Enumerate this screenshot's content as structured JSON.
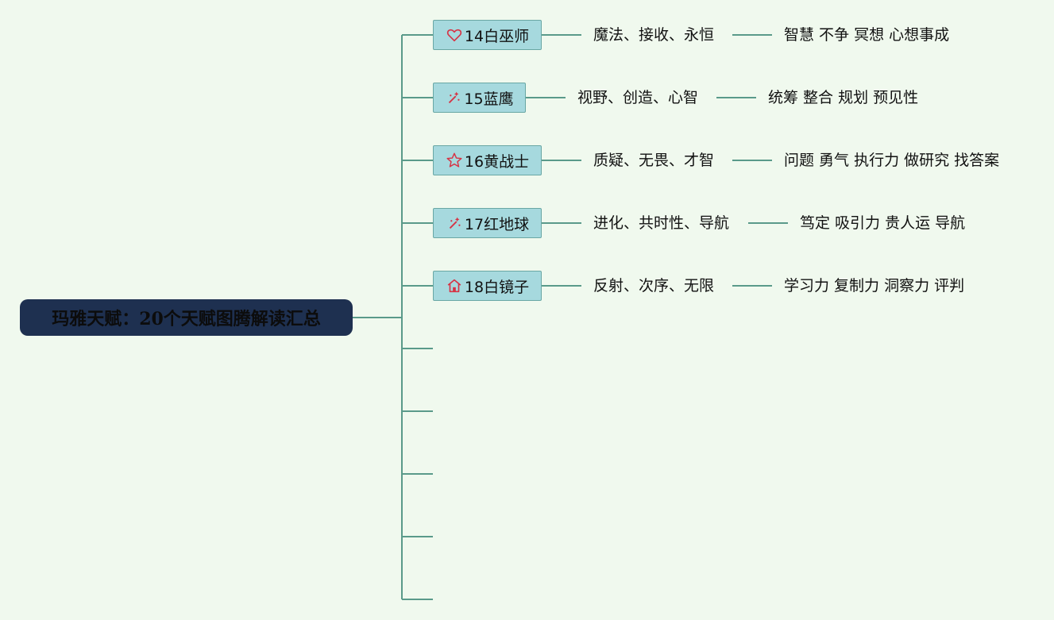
{
  "root": {
    "title": "玛雅天赋：20个天赋图腾解读汇总"
  },
  "branches": [
    {
      "icon": "heart-icon",
      "label": "14白巫师",
      "keywords": "魔法、接收、永恒",
      "traits": "智慧 不争 冥想 心想事成"
    },
    {
      "icon": "magic-wand-icon",
      "label": "15蓝鹰",
      "keywords": "视野、创造、心智",
      "traits": "统筹 整合 规划 预见性"
    },
    {
      "icon": "star-icon",
      "label": "16黄战士",
      "keywords": "质疑、无畏、才智",
      "traits": "问题 勇气 执行力 做研究 找答案"
    },
    {
      "icon": "magic-wand-icon",
      "label": "17红地球",
      "keywords": "进化、共时性、导航",
      "traits": "笃定 吸引力 贵人运 导航"
    },
    {
      "icon": "home-icon",
      "label": "18白镜子",
      "keywords": "反射、次序、无限",
      "traits": "学习力 复制力 洞察力 评判"
    }
  ],
  "colors": {
    "background": "#f0f9ee",
    "root_fill": "#1e3050",
    "node_fill": "#a6d9de",
    "line": "#5a9a8a",
    "icon": "#d63345"
  }
}
